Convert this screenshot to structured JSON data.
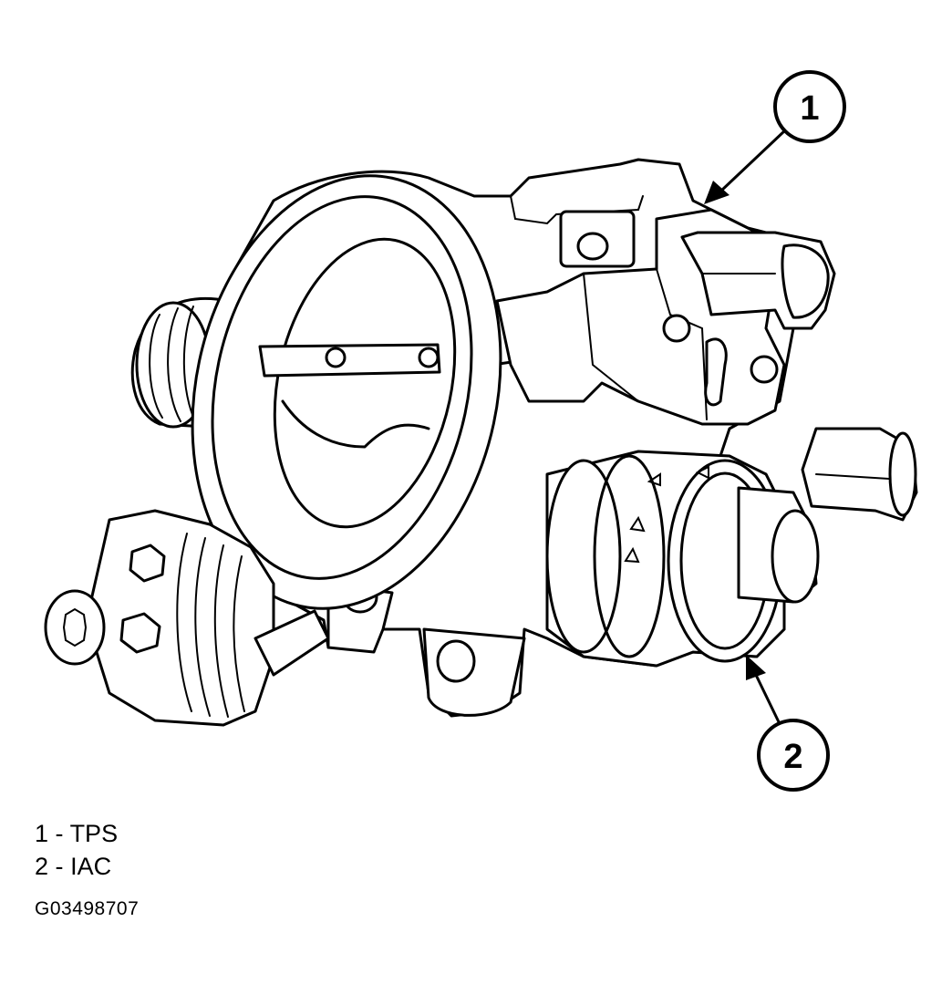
{
  "callouts": [
    {
      "number": "1"
    },
    {
      "number": "2"
    }
  ],
  "legend": [
    {
      "number": "1",
      "separator": "-",
      "label": "TPS"
    },
    {
      "number": "2",
      "separator": "-",
      "label": "IAC"
    }
  ],
  "figure_id": "G03498707"
}
